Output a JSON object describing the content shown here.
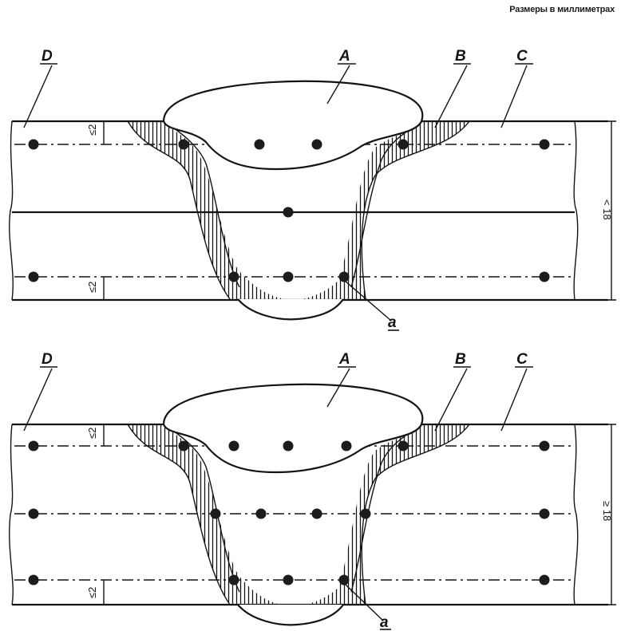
{
  "header": {
    "units_note": "Размеры в миллиметрах"
  },
  "panels": [
    {
      "labels": {
        "A": "A",
        "B": "B",
        "C": "C",
        "D": "D",
        "a": "a"
      },
      "thickness_label": "< 18",
      "offset_label_top": "≤2",
      "offset_label_bottom": "≤2"
    },
    {
      "labels": {
        "A": "A",
        "B": "B",
        "C": "C",
        "D": "D",
        "a": "a"
      },
      "thickness_label": "≥ 18",
      "offset_label_top": "≤2",
      "offset_label_bottom": "≤2"
    }
  ]
}
